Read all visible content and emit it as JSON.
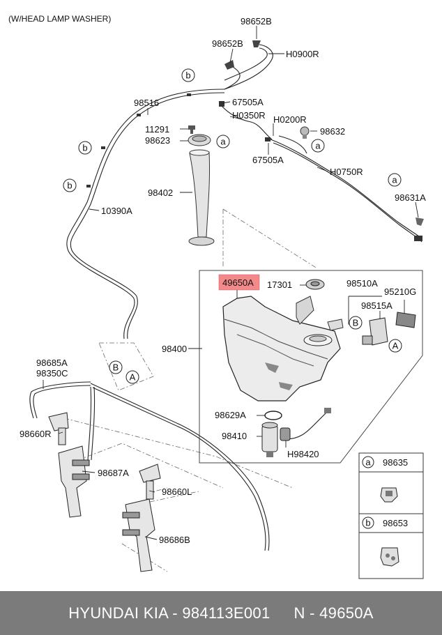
{
  "header_note": "(W/HEAD LAMP WASHER)",
  "labels": {
    "p98652B_top": "98652B",
    "p98652B": "98652B",
    "H0900R": "H0900R",
    "p98516": "98516",
    "p67505A_top": "67505A",
    "H0350R": "H0350R",
    "H0200R": "H0200R",
    "p11291": "11291",
    "p98632": "98632",
    "p98623": "98623",
    "p67505A": "67505A",
    "H0750R": "H0750R",
    "p98402": "98402",
    "p98631A": "98631A",
    "p10390A": "10390A",
    "p49650A": "49650A",
    "p17301": "17301",
    "p98510A": "98510A",
    "p95210G": "95210G",
    "p98515A": "98515A",
    "p98400": "98400",
    "p98685A": "98685A",
    "p98350C": "98350C",
    "p98660R": "98660R",
    "p98629A": "98629A",
    "p98410": "98410",
    "H98420": "H98420",
    "p98687A": "98687A",
    "p98660L": "98660L",
    "p98686B": "98686B"
  },
  "markers": {
    "a": "a",
    "b": "b",
    "A": "A",
    "B": "B"
  },
  "legend": {
    "item_a_code": "98635",
    "item_b_code": "98653"
  },
  "footer": {
    "brand": "HYUNDAI  KIA - 984113E001",
    "number": "N - 49650A"
  },
  "colors": {
    "highlight": "#f4898b",
    "footer_bg": "#7b7b7b"
  }
}
